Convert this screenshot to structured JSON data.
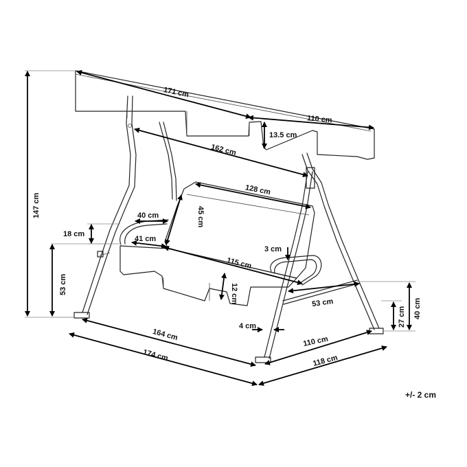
{
  "dimensions": {
    "canopy_length": "171 cm",
    "canopy_depth": "110 cm",
    "valance_height": "13.5 cm",
    "crossbar_length": "162 cm",
    "backrest_width": "128 cm",
    "backrest_height": "45 cm",
    "armrest_length": "40 cm",
    "armrest_height": "18 cm",
    "seat_depth": "41 cm",
    "seat_gap": "3 cm",
    "seat_width": "115 cm",
    "seat_valance": "12 cm",
    "seat_height": "53 cm",
    "total_height": "147 cm",
    "foot_bar_length": "53 cm",
    "foot_bar_height_low": "27 cm",
    "foot_bar_height_high": "40 cm",
    "tube_diameter": "4 cm",
    "base_length": "164 cm",
    "base_depth": "110 cm",
    "overall_length": "174 cm",
    "overall_depth": "118 cm"
  },
  "tolerance": "+/- 2 cm"
}
